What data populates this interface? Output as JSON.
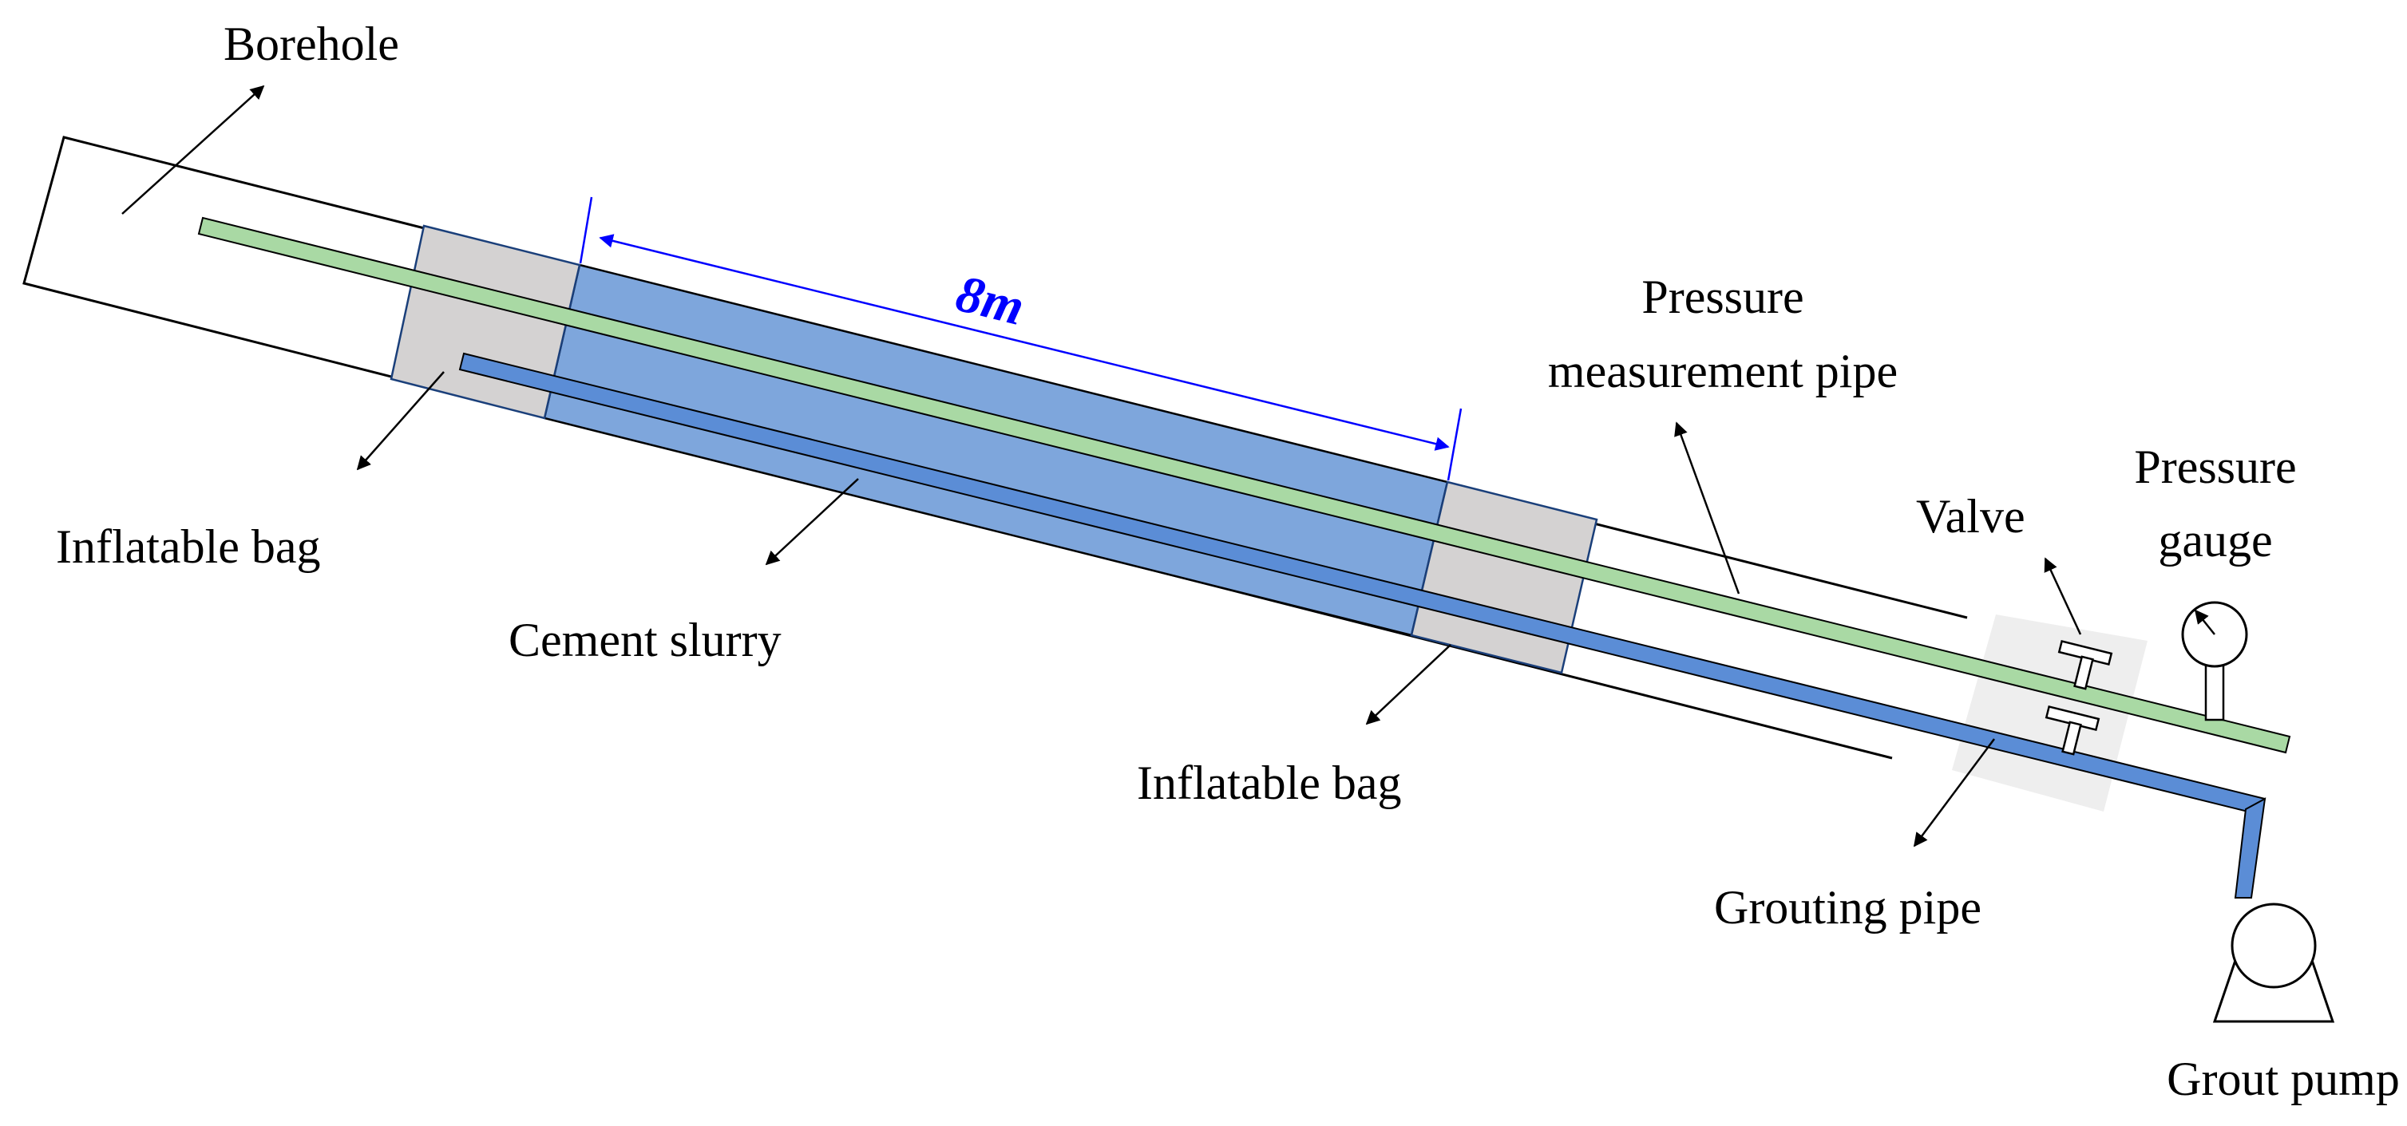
{
  "labels": {
    "borehole": "Borehole",
    "inflatable_bag_left": "Inflatable bag",
    "inflatable_bag_right": "Inflatable bag",
    "cement_slurry": "Cement slurry",
    "pressure_pipe_line1": "Pressure",
    "pressure_pipe_line2": "measurement pipe",
    "valve": "Valve",
    "pressure_gauge_line1": "Pressure",
    "pressure_gauge_line2": "gauge",
    "grouting_pipe": "Grouting pipe",
    "grout_pump": "Grout pump"
  },
  "dimension": {
    "length_label": "8m"
  },
  "colors": {
    "cement_slurry": "#7EA6DC",
    "inflatable_bag": "#D4D2D2",
    "pressure_pipe": "#A9D9A4",
    "grouting_pipe": "#5B8DD6",
    "dimension": "#0000FF",
    "valve_box": "#EEEEEE",
    "outline": "#000000"
  },
  "icons": {
    "gauge": "pressure-gauge-icon",
    "pump": "grout-pump-icon",
    "valve": "valve-icon"
  }
}
